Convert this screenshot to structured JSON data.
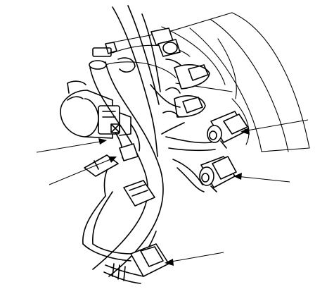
{
  "diagram": {
    "style": "line-art",
    "stroke_color": "#000000",
    "background_color": "#ffffff",
    "components": [
      {
        "name": "engine-block-background",
        "icon": "engine-outline"
      },
      {
        "name": "main-wire-harness",
        "icon": "harness-tube"
      },
      {
        "name": "secondary-wire-harness",
        "icon": "harness-tube"
      },
      {
        "name": "upper-connector-1",
        "icon": "connector"
      },
      {
        "name": "upper-connector-2",
        "icon": "connector"
      },
      {
        "name": "right-connector-upper",
        "icon": "connector"
      },
      {
        "name": "right-connector-lower",
        "icon": "connector"
      },
      {
        "name": "left-hose-fitting",
        "icon": "hose-clamp"
      },
      {
        "name": "center-connector",
        "icon": "connector"
      },
      {
        "name": "bottom-connector",
        "icon": "connector"
      }
    ],
    "leader_lines": [
      {
        "name": "leader-left-upper",
        "target": "left-bracket-connector"
      },
      {
        "name": "leader-left-lower",
        "target": "harness-clip"
      },
      {
        "name": "leader-right-upper",
        "target": "right-connector-upper"
      },
      {
        "name": "leader-right-lower",
        "target": "right-connector-lower"
      },
      {
        "name": "leader-bottom",
        "target": "bottom-connector"
      }
    ]
  }
}
